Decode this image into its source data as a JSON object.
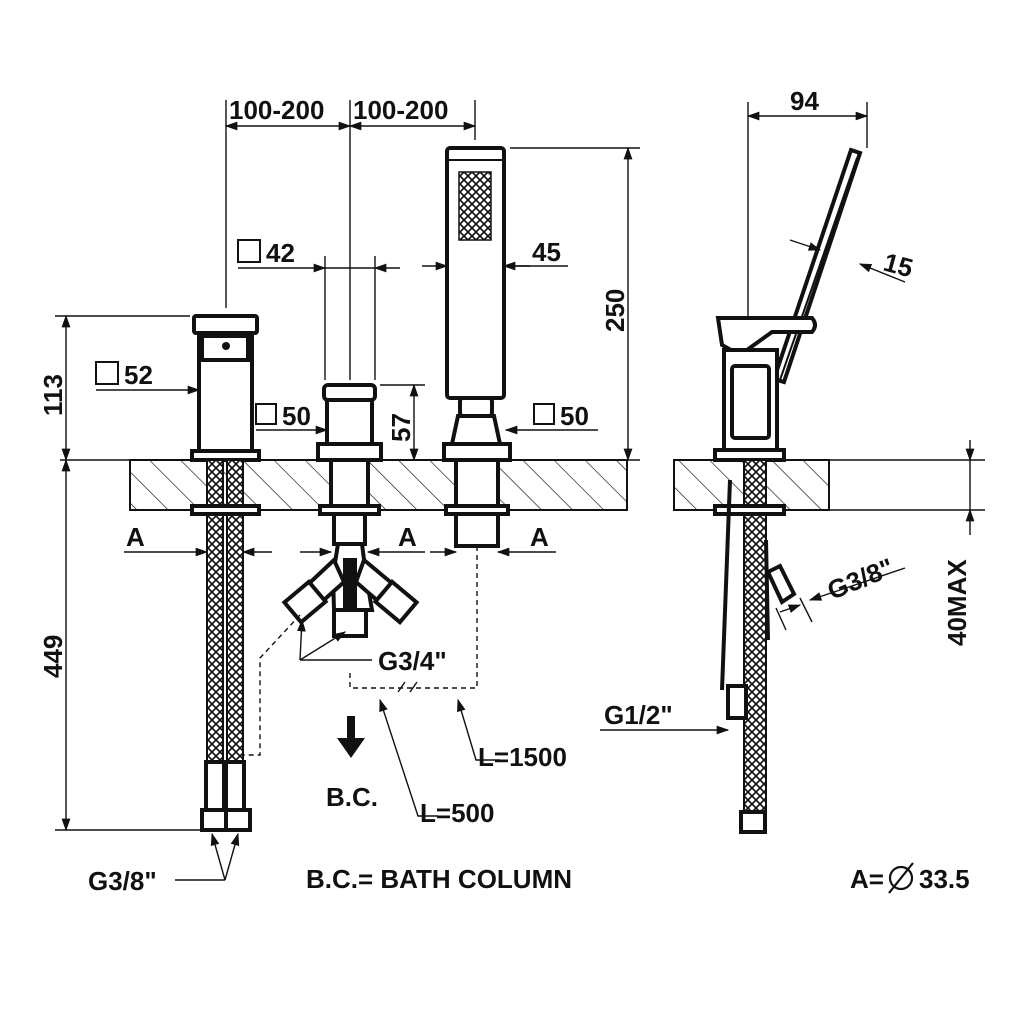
{
  "dimensions": {
    "spacing_left": "100-200",
    "spacing_right": "100-200",
    "square_42": "42",
    "width_45": "45",
    "height_250": "250",
    "height_113": "113",
    "square_52": "52",
    "square_50_left": "50",
    "height_57": "57",
    "square_50_right": "50",
    "depth_449": "449",
    "side_94": "94",
    "side_15": "15",
    "side_40max": "40MAX"
  },
  "labels": {
    "hole_a_left": "A",
    "hole_a_mid": "A",
    "hole_a_right": "A",
    "thread_g34": "G3/4\"",
    "thread_g38_bottom": "G3/8\"",
    "thread_g38_side": "G3/8\"",
    "thread_g12": "G1/2\"",
    "hose_l1500": "L=1500",
    "hose_l500": "L=500",
    "bc_arrow_label": "B.C."
  },
  "legend": {
    "bath_column": "B.C.= BATH COLUMN",
    "a_prefix": "A=",
    "a_value": "33.5"
  },
  "colors": {
    "line": "#111111",
    "background": "#ffffff"
  }
}
